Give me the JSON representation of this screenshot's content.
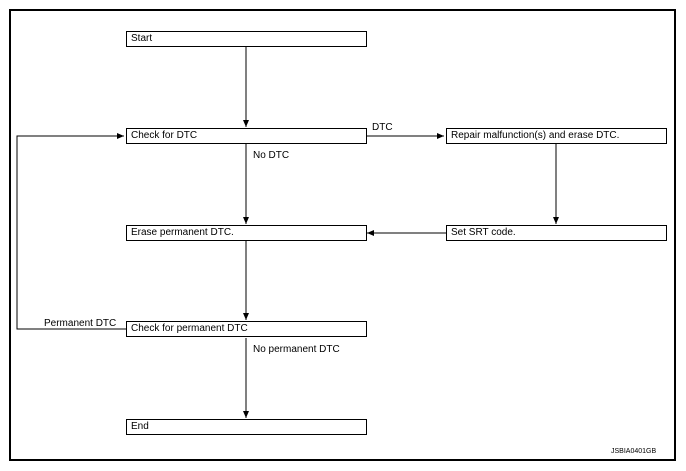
{
  "flowchart": {
    "start": "Start",
    "check_dtc": "Check for DTC",
    "repair": "Repair malfunction(s) and erase DTC.",
    "erase_permanent": "Erase permanent DTC.",
    "set_srt": "Set SRT code.",
    "check_permanent": "Check for permanent DTC",
    "end": "End",
    "edge_dtc": "DTC",
    "edge_no_dtc": "No DTC",
    "edge_permanent_dtc": "Permanent DTC",
    "edge_no_permanent_dtc": "No permanent DTC"
  },
  "figure_code": "JSBIA0401GB"
}
